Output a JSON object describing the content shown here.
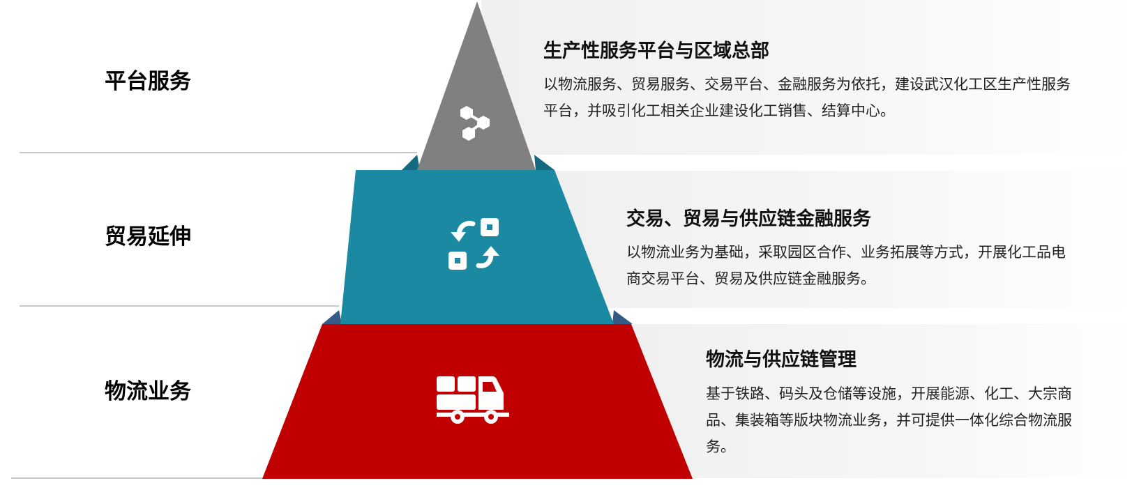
{
  "colors": {
    "tier_top": "#808080",
    "tier_middle": "#1b89a1",
    "tier_middle_shelf": "#146a80",
    "tier_bottom": "#c00000",
    "tier_bottom_shelf": "#355a86",
    "divider": "#c8c8c8",
    "panel_bg": "#f2f2f2"
  },
  "tiers": [
    {
      "side_label": "平台服务",
      "icon": "hexagon-network-icon",
      "title": "生产性服务平台与区域总部",
      "description": "以物流服务、贸易服务、交易平台、金融服务为依托，建设武汉化工区生产性服务平台，并吸引化工相关企业建设化工销售、结算中心。"
    },
    {
      "side_label": "贸易延伸",
      "icon": "exchange-arrows-icon",
      "title": "交易、贸易与供应链金融服务",
      "description": "以物流业务为基础，采取园区合作、业务拓展等方式，开展化工品电商交易平台、贸易及供应链金融服务。"
    },
    {
      "side_label": "物流业务",
      "icon": "delivery-truck-icon",
      "title": "物流与供应链管理",
      "description": "基于铁路、码头及仓储等设施，开展能源、化工、大宗商品、集装箱等版块物流业务，并可提供一体化综合物流服务。"
    }
  ]
}
